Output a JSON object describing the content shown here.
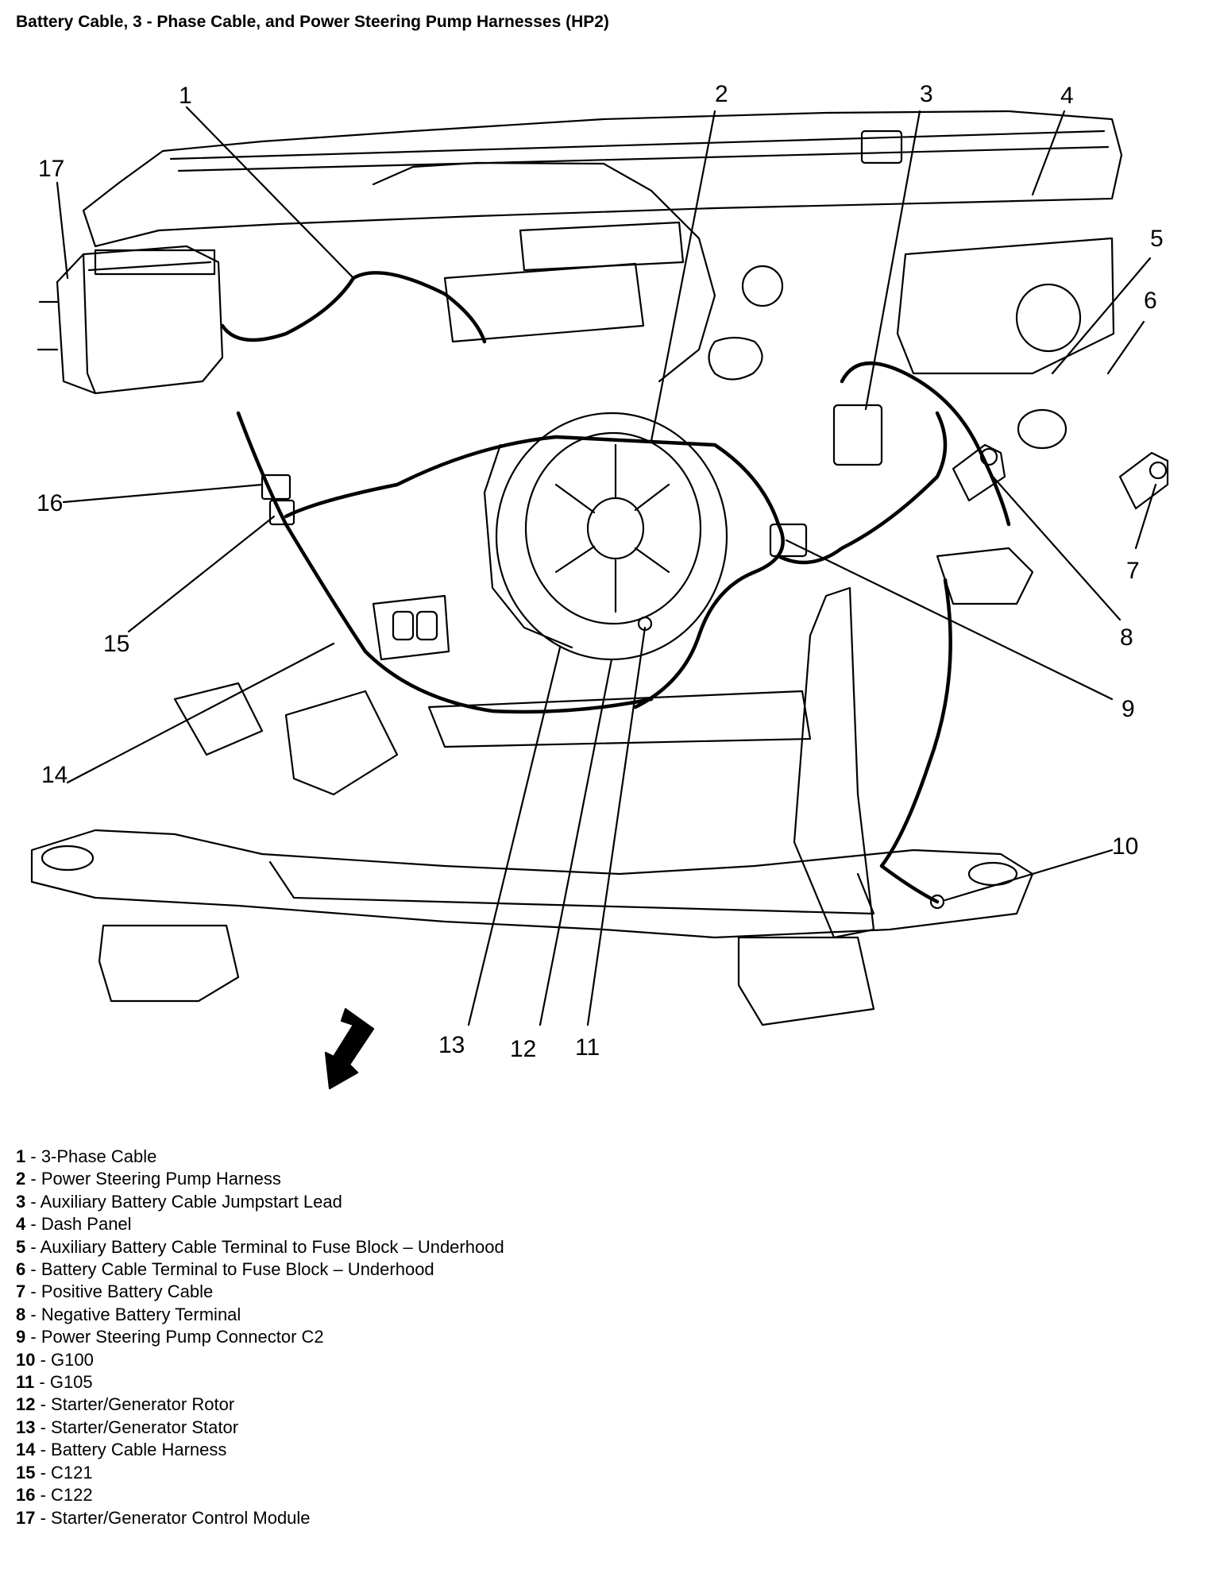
{
  "title": "Battery Cable, 3 - Phase Cable, and Power Steering Pump Harnesses (HP2)",
  "callouts": [
    "1",
    "2",
    "3",
    "4",
    "5",
    "6",
    "7",
    "8",
    "9",
    "10",
    "11",
    "12",
    "13",
    "14",
    "15",
    "16",
    "17"
  ],
  "legend": [
    {
      "num": "1",
      "sep": " - ",
      "text": "3-Phase Cable"
    },
    {
      "num": "2",
      "sep": " - ",
      "text": "Power Steering Pump Harness"
    },
    {
      "num": "3",
      "sep": " - ",
      "text": "Auxiliary Battery Cable Jumpstart Lead"
    },
    {
      "num": "4",
      "sep": " - ",
      "text": "Dash Panel"
    },
    {
      "num": "5",
      "sep": " - ",
      "text": "Auxiliary Battery Cable Terminal to Fuse Block – Underhood"
    },
    {
      "num": "6",
      "sep": " - ",
      "text": "Battery Cable Terminal to Fuse Block – Underhood"
    },
    {
      "num": "7",
      "sep": " - ",
      "text": "Positive Battery Cable"
    },
    {
      "num": "8",
      "sep": " - ",
      "text": "Negative Battery Terminal"
    },
    {
      "num": "9",
      "sep": " - ",
      "text": "Power Steering Pump Connector C2"
    },
    {
      "num": "10",
      "sep": " - ",
      "text": "G100"
    },
    {
      "num": "11",
      "sep": " - ",
      "text": "G105"
    },
    {
      "num": "12",
      "sep": " - ",
      "text": "Starter/Generator Rotor"
    },
    {
      "num": "13",
      "sep": " - ",
      "text": "Starter/Generator Stator"
    },
    {
      "num": "14",
      "sep": " - ",
      "text": "Battery Cable Harness"
    },
    {
      "num": "15",
      "sep": " - ",
      "text": "C121"
    },
    {
      "num": "16",
      "sep": " - ",
      "text": "C122"
    },
    {
      "num": "17",
      "sep": " - ",
      "text": "Starter/Generator Control Module"
    }
  ]
}
